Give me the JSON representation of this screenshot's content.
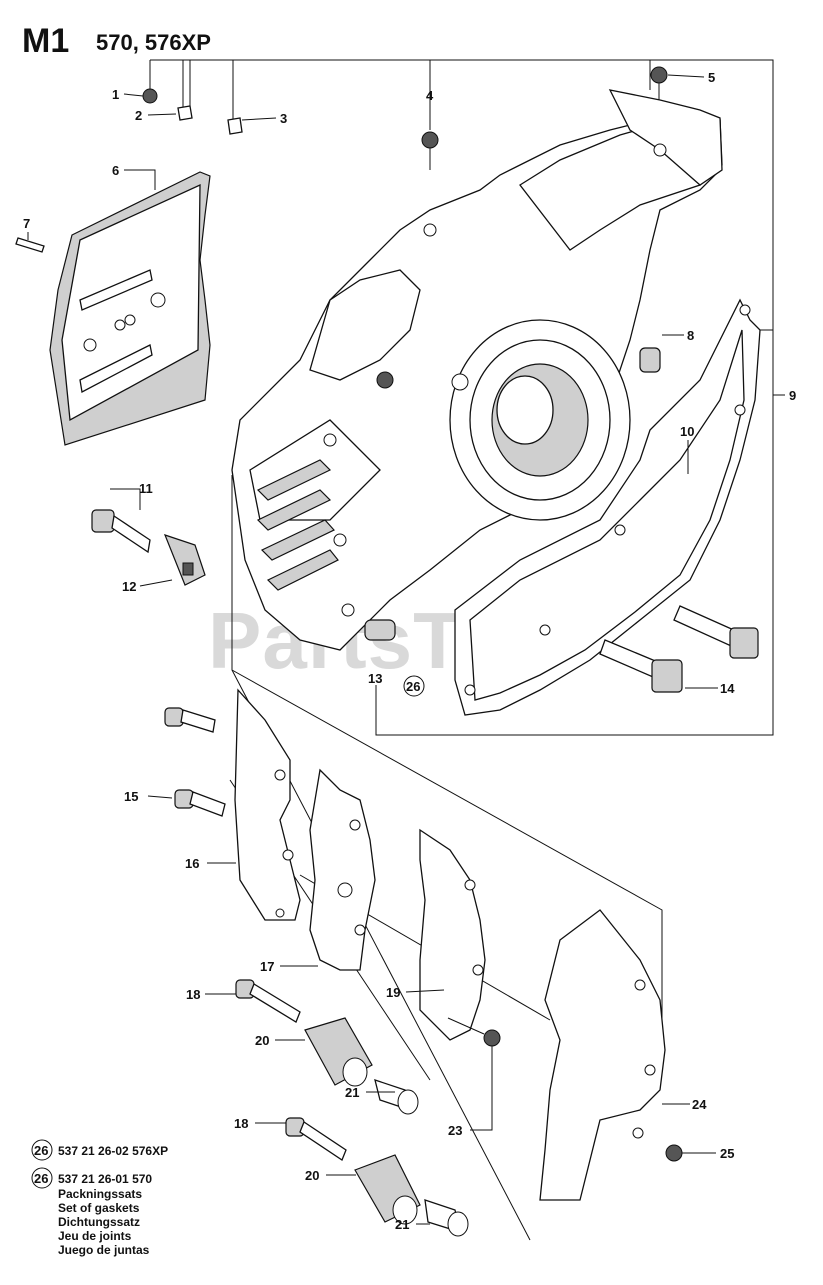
{
  "header": {
    "section": "M1",
    "models": "570, 576XP"
  },
  "watermark": "PartsTree",
  "callouts": [
    {
      "id": "c1",
      "label": "1"
    },
    {
      "id": "c2",
      "label": "2"
    },
    {
      "id": "c3",
      "label": "3"
    },
    {
      "id": "c4",
      "label": "4"
    },
    {
      "id": "c5",
      "label": "5"
    },
    {
      "id": "c6",
      "label": "6"
    },
    {
      "id": "c7",
      "label": "7"
    },
    {
      "id": "c8",
      "label": "8"
    },
    {
      "id": "c9",
      "label": "9"
    },
    {
      "id": "c10",
      "label": "10"
    },
    {
      "id": "c11",
      "label": "11"
    },
    {
      "id": "c12",
      "label": "12"
    },
    {
      "id": "c13",
      "label": "13"
    },
    {
      "id": "c14",
      "label": "14"
    },
    {
      "id": "c15",
      "label": "15"
    },
    {
      "id": "c16",
      "label": "16"
    },
    {
      "id": "c17",
      "label": "17"
    },
    {
      "id": "c18a",
      "label": "18"
    },
    {
      "id": "c18b",
      "label": "18"
    },
    {
      "id": "c19",
      "label": "19"
    },
    {
      "id": "c20a",
      "label": "20"
    },
    {
      "id": "c20b",
      "label": "20"
    },
    {
      "id": "c21a",
      "label": "21"
    },
    {
      "id": "c21b",
      "label": "21"
    },
    {
      "id": "c23",
      "label": "23"
    },
    {
      "id": "c24",
      "label": "24"
    },
    {
      "id": "c25",
      "label": "25"
    },
    {
      "id": "c26",
      "label": "26"
    }
  ],
  "legend": {
    "kit_symbol": "26",
    "line1": "537 21 26-02 576XP",
    "line2": "537 21 26-01 570",
    "names": [
      "Packningssats",
      "Set of gaskets",
      "Dichtungssatz",
      "Jeu de joints",
      "Juego de juntas"
    ]
  }
}
